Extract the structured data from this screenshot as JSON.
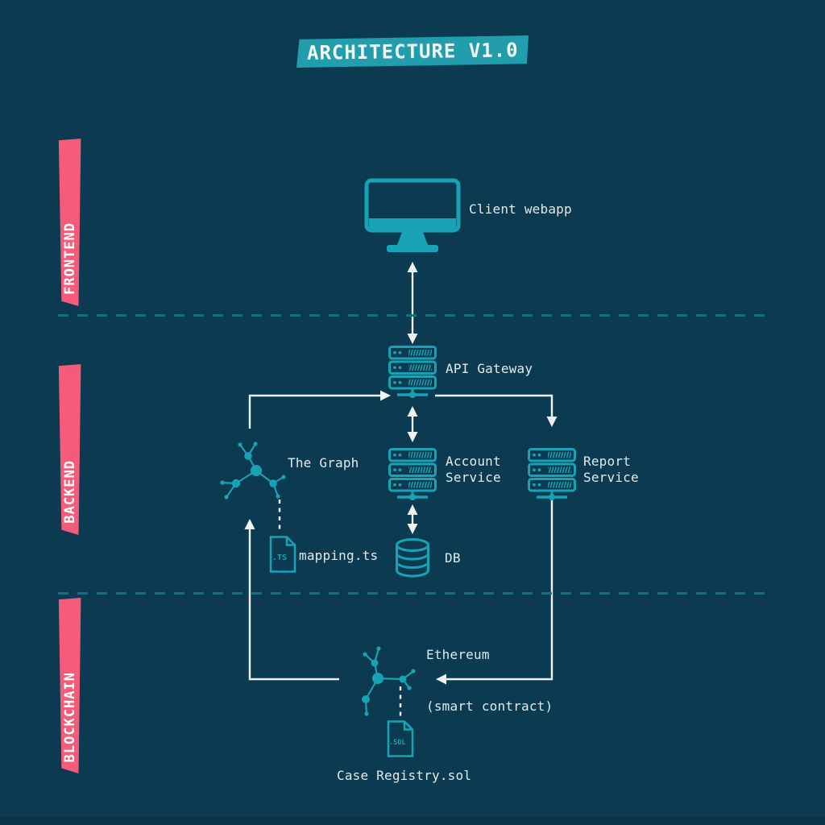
{
  "title": "ARCHITECTURE V1.0",
  "sections": [
    {
      "label": "FRONTEND"
    },
    {
      "label": "BACKEND"
    },
    {
      "label": "BLOCKCHAIN"
    }
  ],
  "nodes": {
    "client_webapp": {
      "label": "Client webapp"
    },
    "api_gateway": {
      "label": "API Gateway"
    },
    "the_graph": {
      "label": "The Graph"
    },
    "account_service": {
      "label": "Account Service"
    },
    "report_service": {
      "label": "Report Service"
    },
    "db": {
      "label": "DB"
    },
    "mapping_file": {
      "label": "mapping.ts",
      "badge": ".TS"
    },
    "ethereum": {
      "label": "Ethereum",
      "sublabel": "(smart contract)"
    },
    "contract_file": {
      "label": "Case Registry.sol",
      "badge": ".SOL"
    }
  },
  "colors": {
    "background": "#0c3a50",
    "icon_teal": "#17a3b4",
    "banner_teal": "#219dac",
    "banner_pink": "#f55c7c",
    "label_text": "#e2eaec",
    "connector_white": "#eef4f5",
    "separator_teal": "#156f82"
  }
}
